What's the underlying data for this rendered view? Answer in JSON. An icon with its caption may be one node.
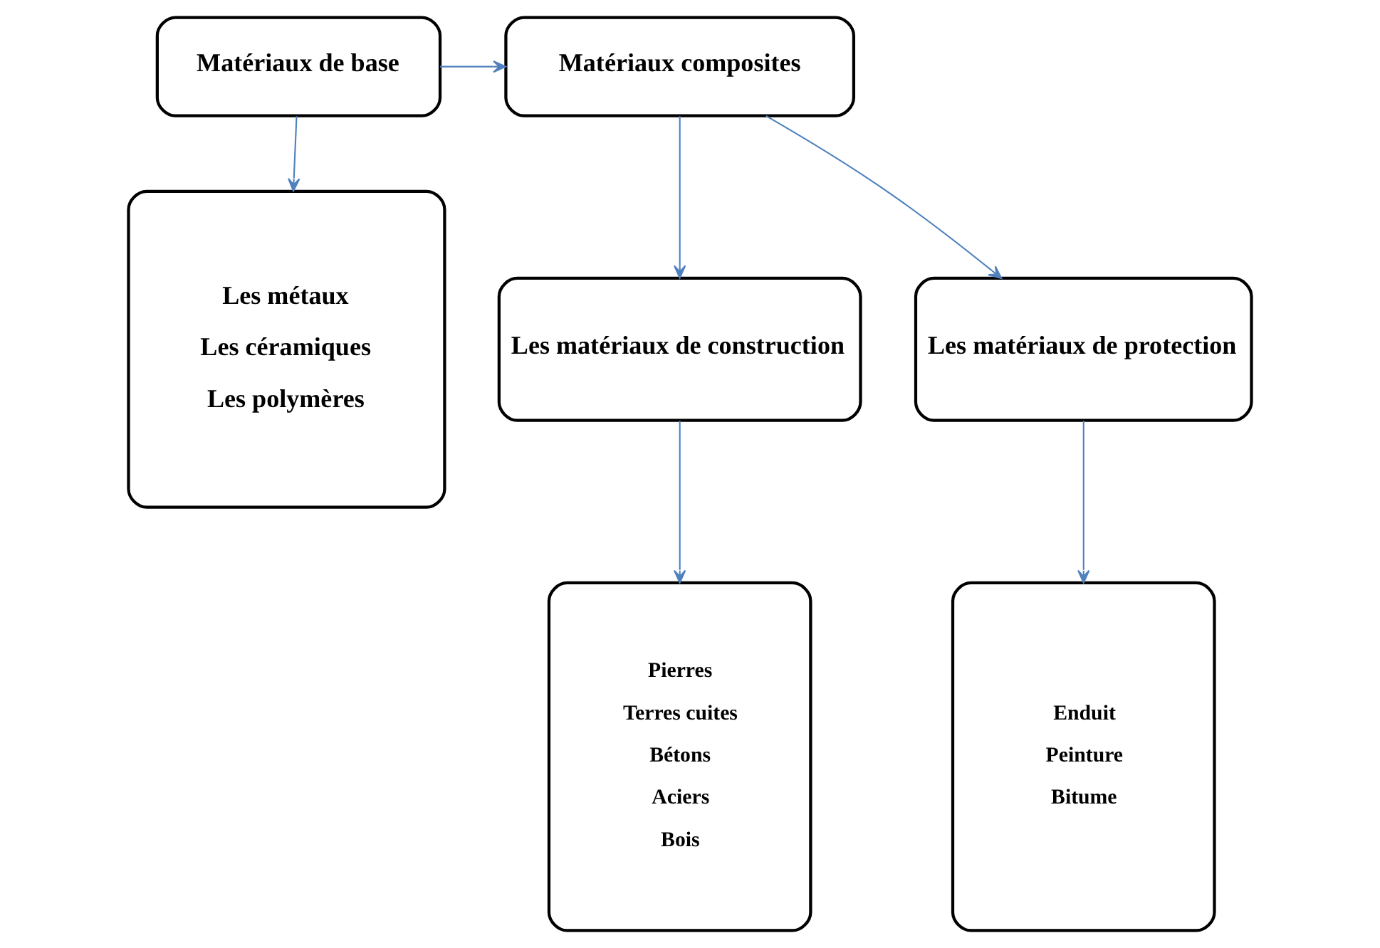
{
  "diagram": {
    "nodes": [
      {
        "text": [
          "Matériaux de base"
        ]
      },
      {
        "text": [
          "Matériaux composites"
        ]
      },
      {
        "text": [
          "Les métaux",
          "Les céramiques",
          "Les polymères"
        ]
      },
      {
        "text": [
          "Les matériaux de construction"
        ]
      },
      {
        "text": [
          "Les matériaux de protection"
        ]
      },
      {
        "text": [
          "Pierres",
          "Terres cuites",
          "Bétons",
          "Aciers",
          "Bois"
        ]
      },
      {
        "text": [
          "Enduit",
          "Peinture",
          "Bitume"
        ]
      }
    ],
    "edges": [
      {
        "from": 0,
        "to": 1,
        "arrow": "to",
        "color": "#4f81bd"
      },
      {
        "from": 0,
        "to": 2,
        "arrow": "to",
        "color": "#4f81bd"
      },
      {
        "from": 1,
        "to": 3,
        "arrow": "to",
        "color": "#4f81bd"
      },
      {
        "from": 1,
        "to": 4,
        "arrow": "to",
        "color": "#4f81bd"
      },
      {
        "from": 3,
        "to": 5,
        "arrow": "to",
        "color": "#4f81bd"
      },
      {
        "from": 4,
        "to": 6,
        "arrow": "to",
        "color": "#4f81bd"
      }
    ]
  }
}
